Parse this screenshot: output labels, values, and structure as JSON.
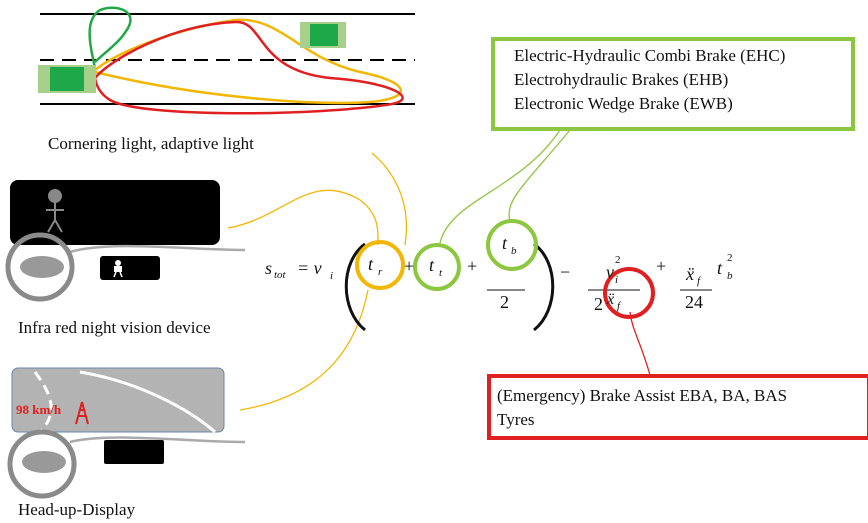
{
  "captions": {
    "cornering": "Cornering light, adaptive light",
    "night_vision": "Infra red night vision device",
    "hud": "Head-up-Display"
  },
  "hud_speed": "98 km/h",
  "green_box": {
    "lines": [
      "Electric-Hydraulic Combi Brake (EHC)",
      "Electrohydraulic Brakes (EHB)",
      "Electronic Wedge Brake (EWB)"
    ]
  },
  "red_box": {
    "lines": [
      "(Emergency) Brake Assist EBA, BA, BAS",
      "Tyres"
    ]
  },
  "formula": {
    "s": "s",
    "tot": "tot",
    "eq": "= v",
    "i": "i",
    "t": "t",
    "r": "r",
    "plus": "+",
    "tt": "t",
    "tt_sub": "t",
    "tb": "t",
    "tb_sub": "b",
    "two": "2",
    "minus": "−",
    "vi": "v",
    "vi_sub": "i",
    "vi_sup": "2",
    "two_x": "2",
    "x": "ẍ",
    "x_sub": "f",
    "xf": "ẍ",
    "xf_sub": "f",
    "twentyfour": "24",
    "tb2": "t",
    "tb2_sub": "b",
    "tb2_sup": "2"
  },
  "colors": {
    "yellow": "#f2b705",
    "green": "#8dc63f",
    "red": "#e02020",
    "road_car": "#2aa84a",
    "car_edge": "#a8d08d",
    "hud_red": "#e02020"
  }
}
